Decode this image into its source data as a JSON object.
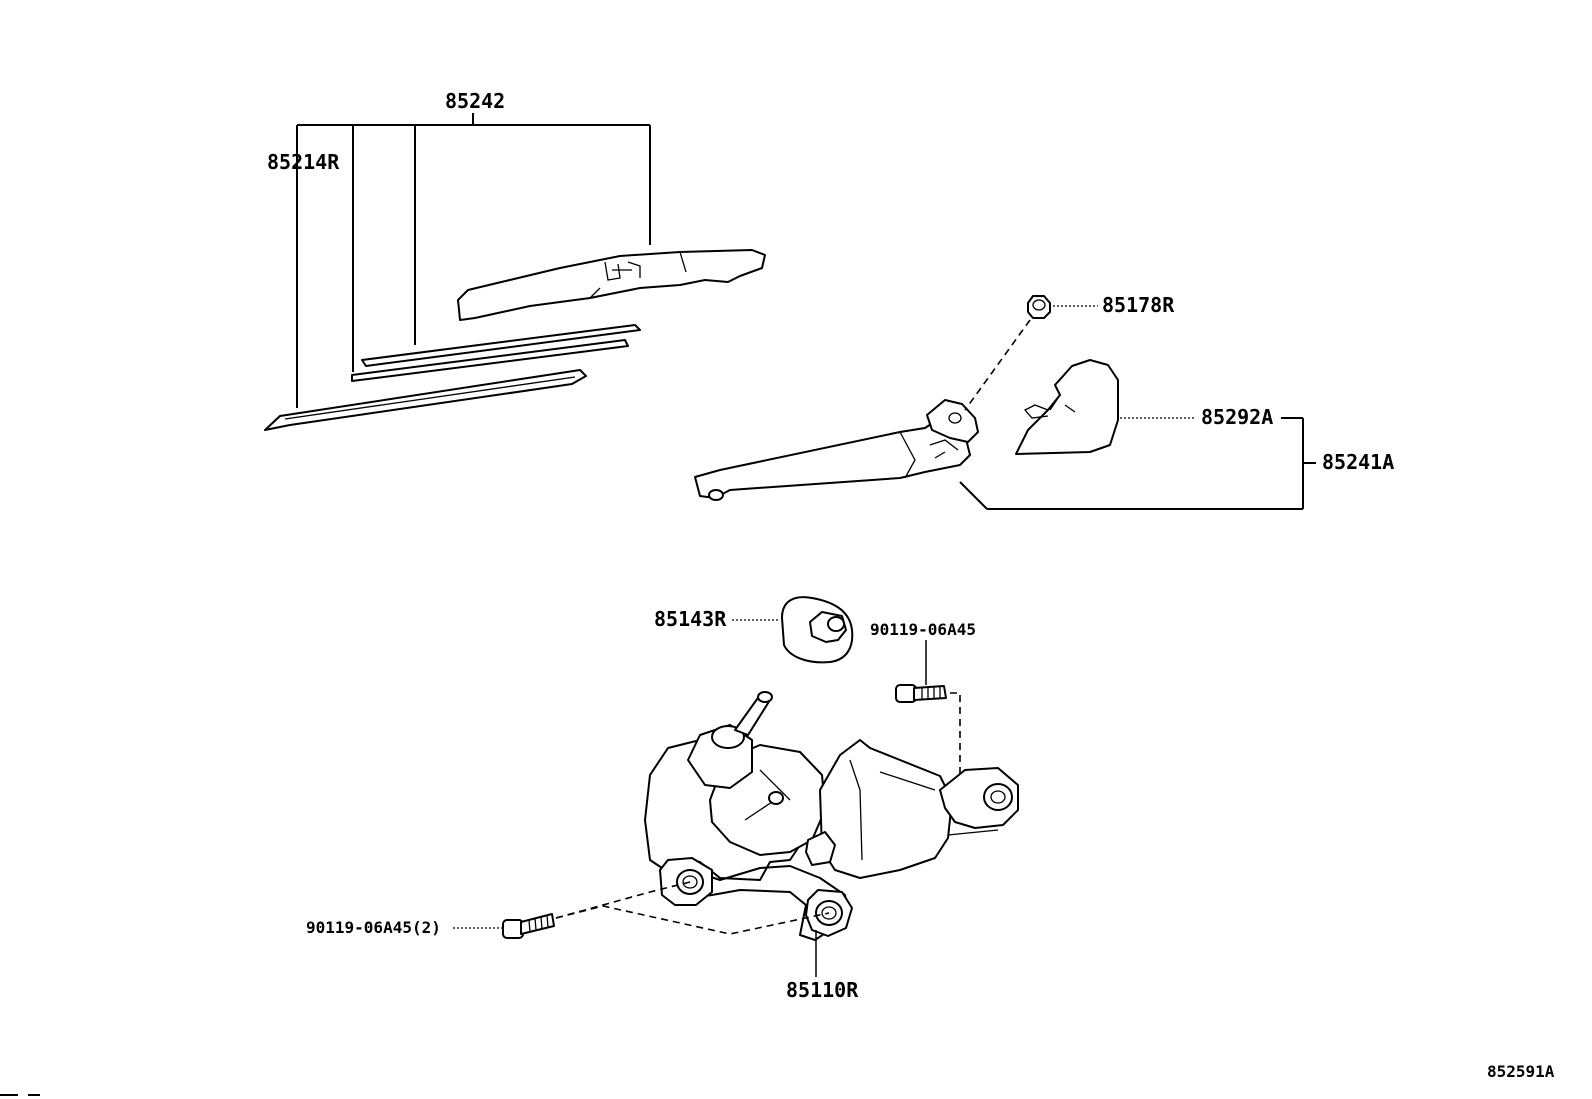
{
  "labels": {
    "p85242": "85242",
    "p85214R": "85214R",
    "p85178R": "85178R",
    "p85292A": "85292A",
    "p85241A": "85241A",
    "p85143R": "85143R",
    "p90119_top": "90119-06A45",
    "p90119_bottom": "90119-06A45(2)",
    "p85110R": "85110R",
    "figure_code": "852591A"
  }
}
